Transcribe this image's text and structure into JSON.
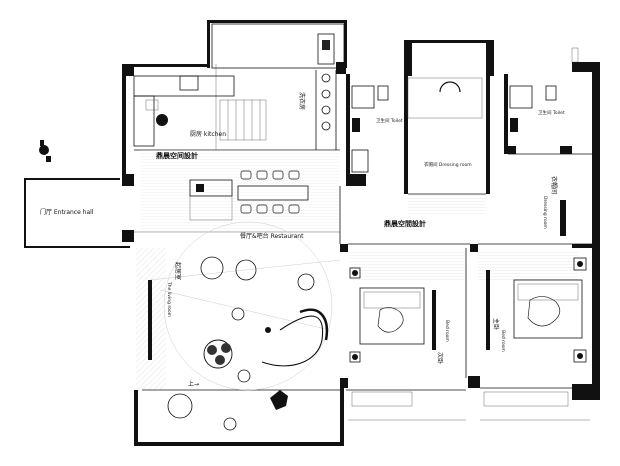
{
  "plan": {
    "rooms": {
      "entrance": "门厅 Entrance hall",
      "kitchen": "厨房 kitchen",
      "laundry": "洗衣房",
      "dining": "餐厅&吧台 Restaurant",
      "living_cn": "起居室",
      "living_en": "The living room",
      "toilet_a": "卫生间 Toilet",
      "toilet_b": "卫生间 Toilet",
      "dressing": "衣帽间 Dressing room",
      "cloakroom_cn": "衣帽间",
      "cloakroom_en": "Dressing room",
      "bedroom_a_cn": "次卧",
      "bedroom_a_en": "Bed room",
      "bedroom_b_cn": "主卧",
      "bedroom_b_en": "Bed room"
    },
    "watermarks": [
      "鼎晨空间設計",
      "鼎晨空間設計"
    ],
    "stair_mark": "上→"
  }
}
